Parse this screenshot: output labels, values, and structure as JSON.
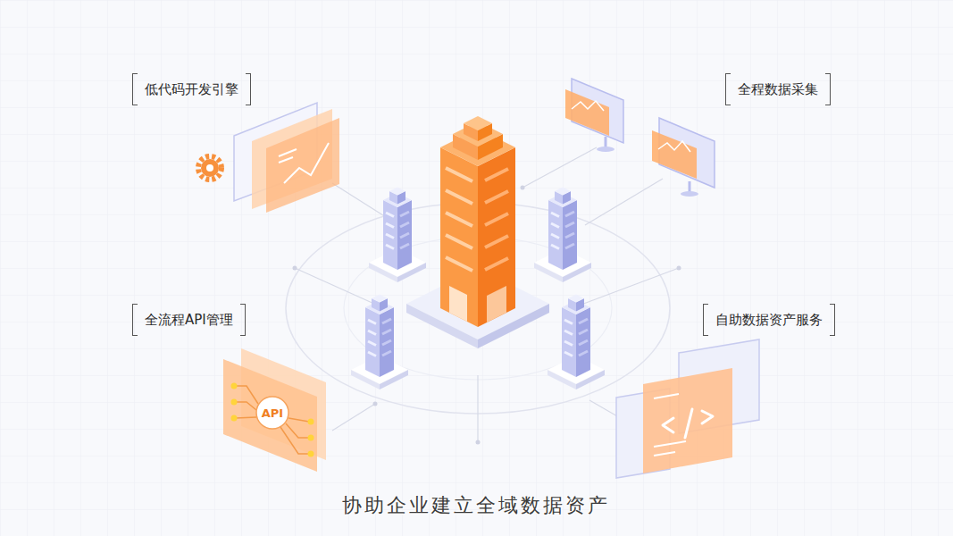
{
  "diagram": {
    "caption": "协助企业建立全域数据资产",
    "nodes": [
      {
        "text": [
          "低代码开发引擎"
        ]
      },
      {
        "text": [
          "全程数据采集"
        ]
      },
      {
        "text": [
          "全流程API管理"
        ]
      },
      {
        "text": [
          "自助数据资产服务"
        ]
      }
    ],
    "labels": [
      "API"
    ]
  }
}
